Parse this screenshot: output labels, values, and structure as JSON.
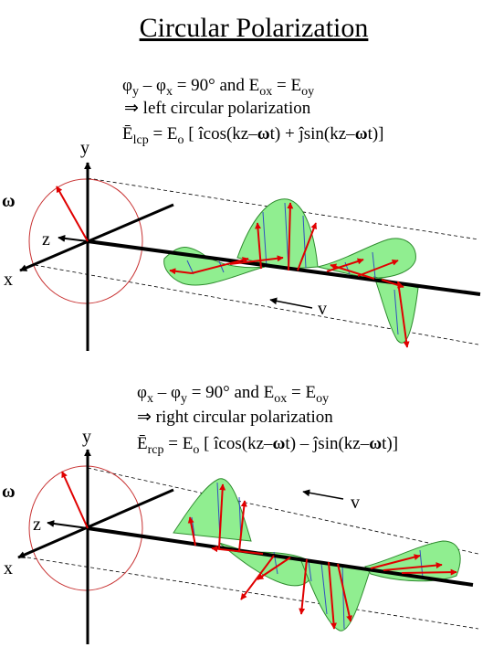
{
  "title": "Circular Polarization",
  "colors": {
    "wave_fill": "#90ee90",
    "wave_outline": "#2e8b2e",
    "vector": "#e00000",
    "circle": "#c83232",
    "hatch": "#3050c0",
    "axis": "#000000"
  },
  "top_panel": {
    "eq1": {
      "phi": "φ",
      "s1": "y",
      "minus": " – ",
      "s2": "x",
      "rest1": " = 90° and E",
      "s3": "ox",
      "rest2": " = E",
      "s4": "oy"
    },
    "eq2": "⇒ left circular polarization",
    "eq3": {
      "a": "Ē",
      "s1": "lcp",
      "b": " = E",
      "s2": "o",
      "c": " [ îcos(kz–",
      "w1": "ω",
      "d": "t) + ĵsin(kz–",
      "w2": "ω",
      "e": "t)]"
    },
    "labels": {
      "y": "y",
      "z": "z",
      "x": "x",
      "omega": "ω",
      "v": "v"
    }
  },
  "bottom_panel": {
    "eq1": {
      "phi": "φ",
      "s1": "x",
      "minus": " – ",
      "s2": "y",
      "rest1": " = 90° and E",
      "s3": "ox",
      "rest2": " = E",
      "s4": "oy"
    },
    "eq2": "⇒ right circular polarization",
    "eq3": {
      "a": "Ē",
      "s1": "rcp",
      "b": " = E",
      "s2": "o",
      "c": " [ îcos(kz–",
      "w1": "ω",
      "d": "t) – ĵsin(kz–",
      "w2": "ω",
      "e": "t)]"
    },
    "labels": {
      "y": "y",
      "z": "z",
      "x": "x",
      "omega": "ω",
      "v": "v"
    }
  }
}
